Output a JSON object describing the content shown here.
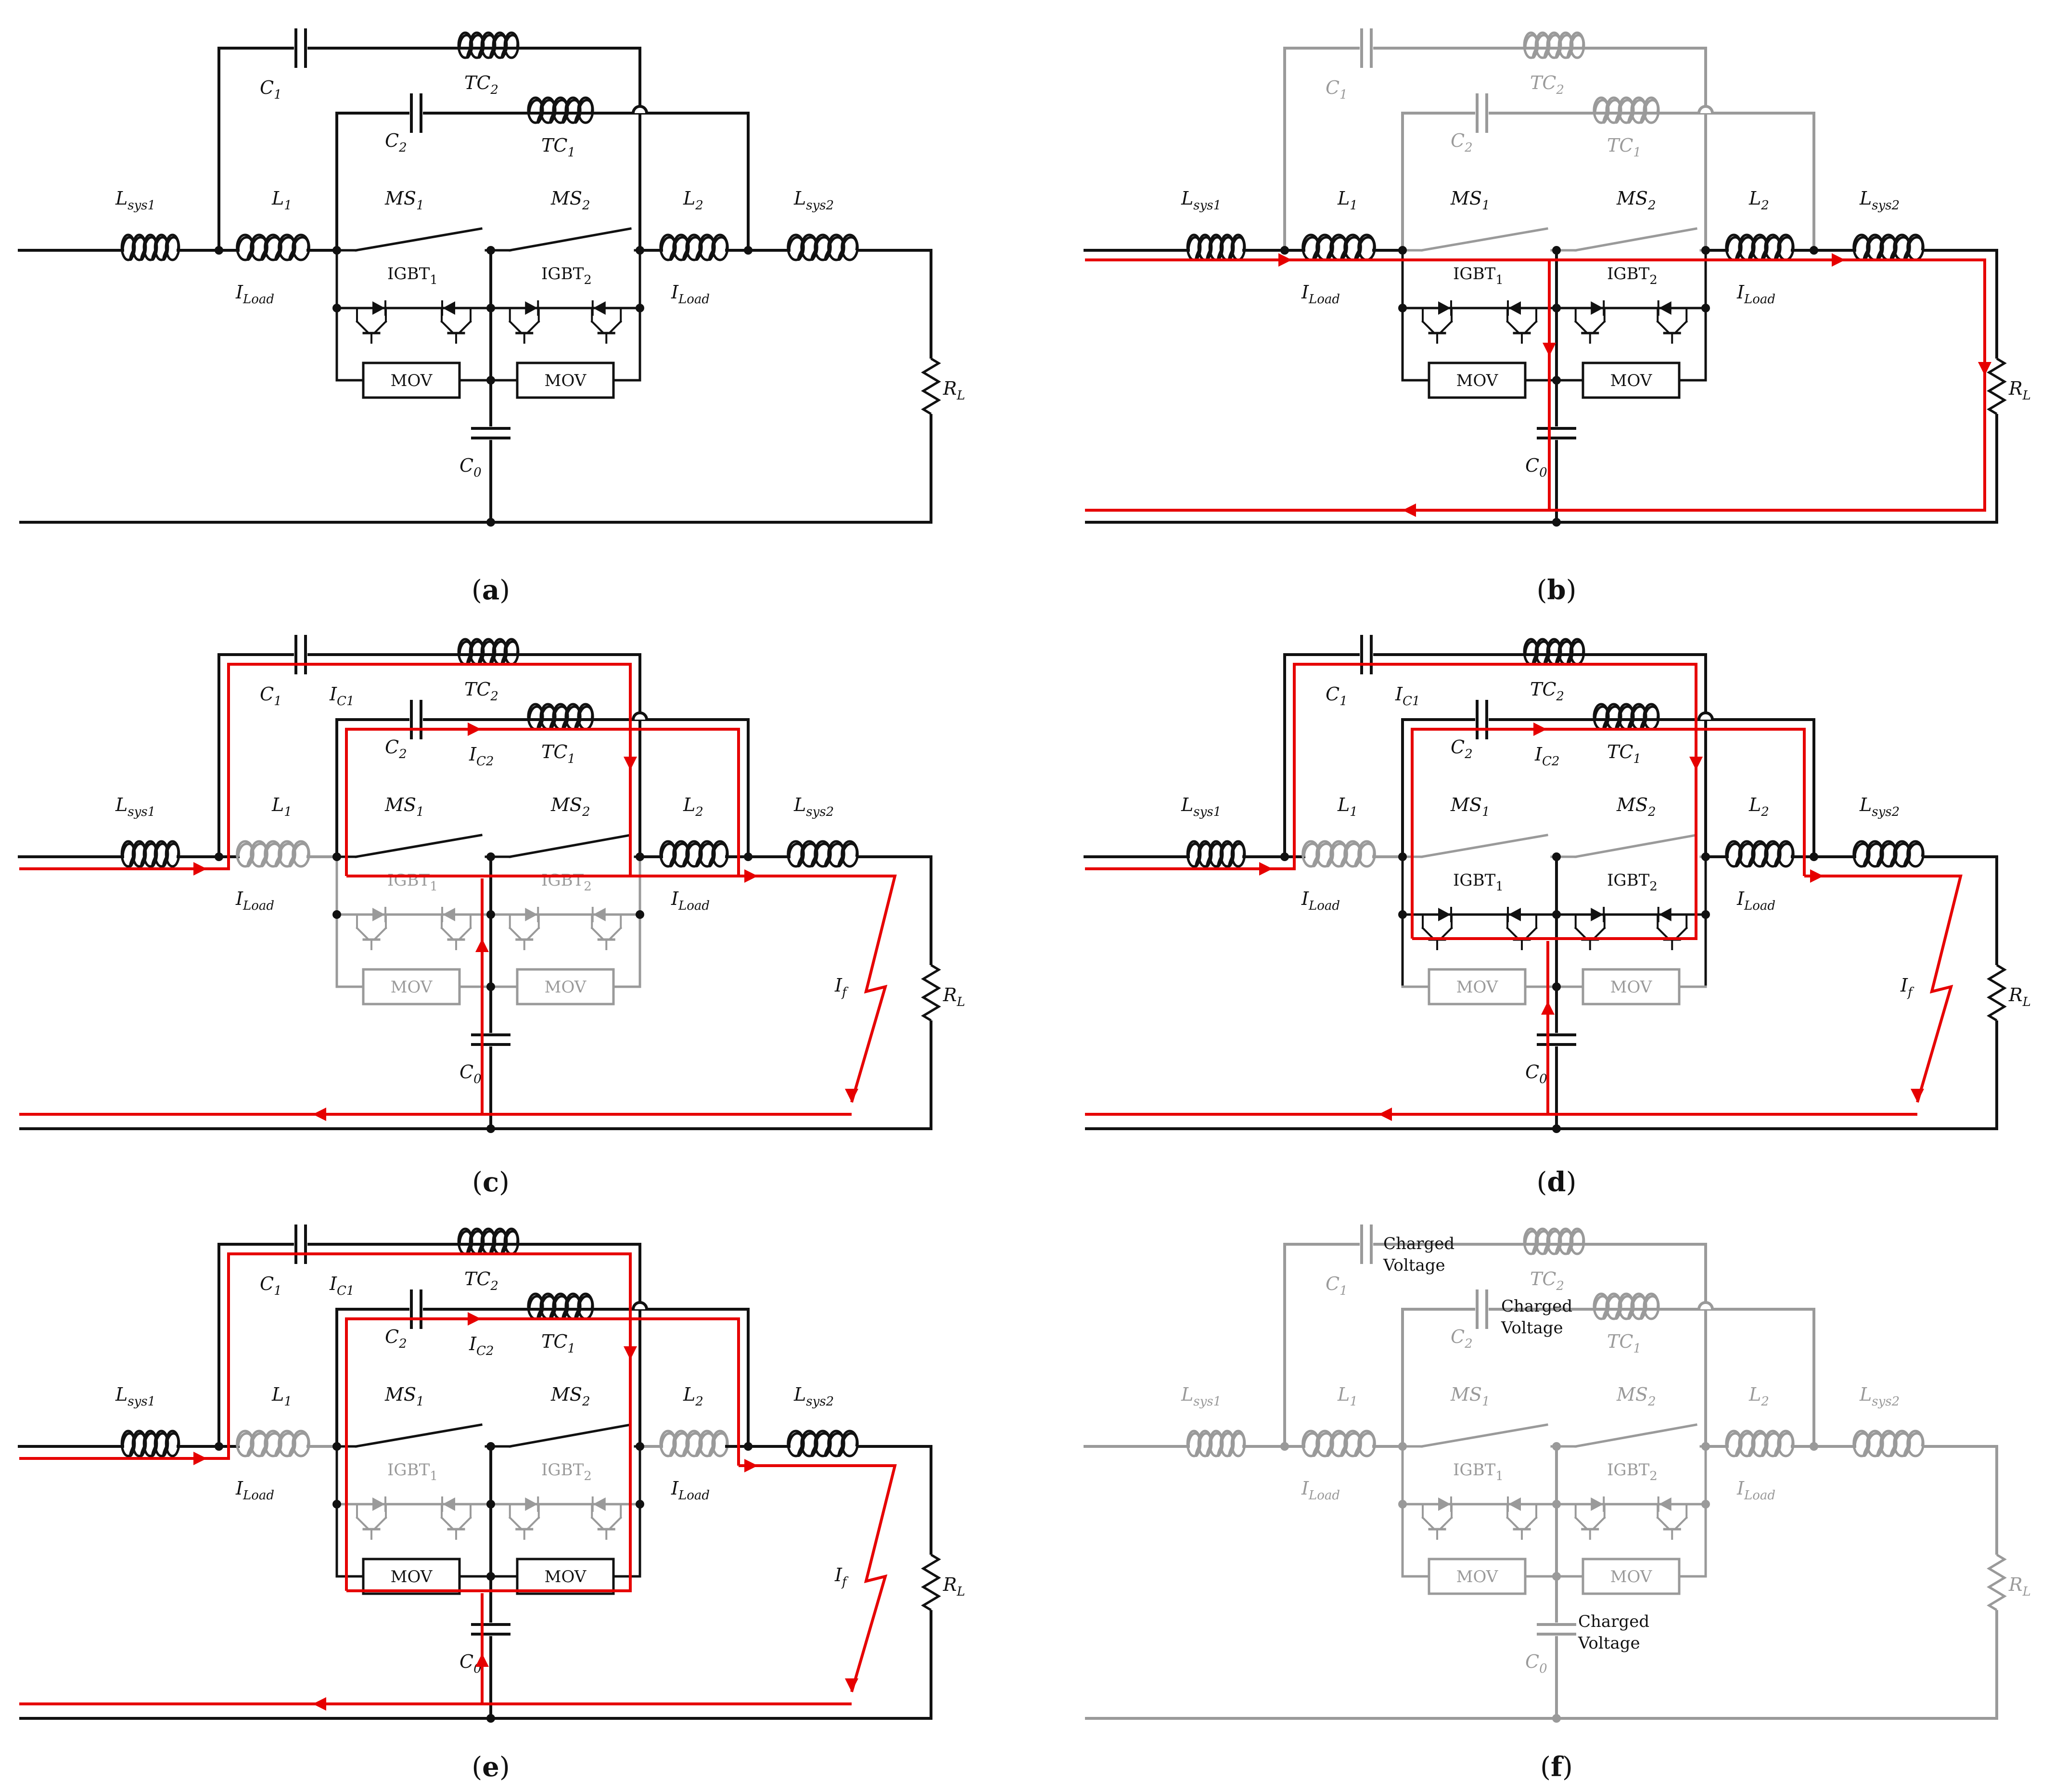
{
  "colors": {
    "wire": "#111111",
    "inactive": "#9a9a9a",
    "current": "#e60000"
  },
  "labels": {
    "C1": {
      "main": "C",
      "sub": "1"
    },
    "C2": {
      "main": "C",
      "sub": "2"
    },
    "C0": {
      "main": "C",
      "sub": "0"
    },
    "TC1": {
      "main": "TC",
      "sub": "1"
    },
    "TC2": {
      "main": "TC",
      "sub": "2"
    },
    "MS1": {
      "main": "MS",
      "sub": "1"
    },
    "MS2": {
      "main": "MS",
      "sub": "2"
    },
    "L1": {
      "main": "L",
      "sub": "1"
    },
    "L2": {
      "main": "L",
      "sub": "2"
    },
    "Lsys1": {
      "main": "L",
      "sub": "sys1"
    },
    "Lsys2": {
      "main": "L",
      "sub": "sys2"
    },
    "ILoad": {
      "main": "I",
      "sub": "Load"
    },
    "IGBT1": {
      "main": "IGBT",
      "sub": "1"
    },
    "IGBT2": {
      "main": "IGBT",
      "sub": "2"
    },
    "RL": {
      "main": "R",
      "sub": "L"
    },
    "IC1": {
      "main": "I",
      "sub": "C1"
    },
    "IC2": {
      "main": "I",
      "sub": "C2"
    },
    "If": {
      "main": "I",
      "sub": "f"
    },
    "MOV": "MOV"
  },
  "notes": {
    "charged_voltage_line1": "Charged",
    "charged_voltage_line2": "Voltage"
  },
  "panels": [
    {
      "id": "a",
      "caption_open": "(",
      "caption_letter": "a",
      "caption_close": ")"
    },
    {
      "id": "b",
      "caption_open": "(",
      "caption_letter": "b",
      "caption_close": ")"
    },
    {
      "id": "c",
      "caption_open": "(",
      "caption_letter": "c",
      "caption_close": ")"
    },
    {
      "id": "d",
      "caption_open": "(",
      "caption_letter": "d",
      "caption_close": ")"
    },
    {
      "id": "e",
      "caption_open": "(",
      "caption_letter": "e",
      "caption_close": ")"
    },
    {
      "id": "f",
      "caption_open": "(",
      "caption_letter": "f",
      "caption_close": ")"
    }
  ]
}
